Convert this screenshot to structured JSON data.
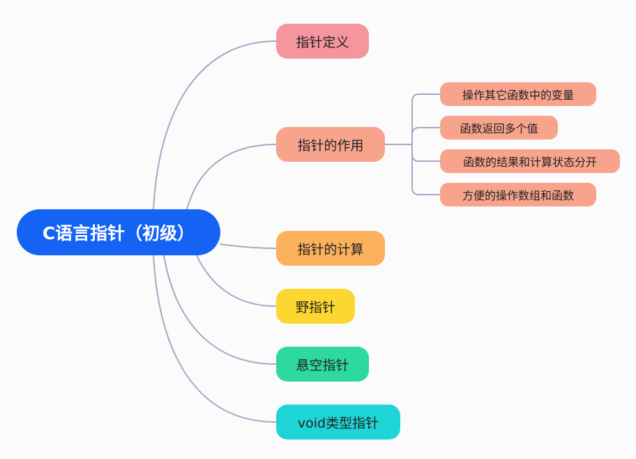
{
  "root": {
    "label": "C语言指针（初级）",
    "color": "#1463f5"
  },
  "branches": [
    {
      "label": "指针定义",
      "color": "#f5959e"
    },
    {
      "label": "指针的作用",
      "color": "#f8a48d",
      "children": [
        {
          "label": "操作其它函数中的变量"
        },
        {
          "label": "函数返回多个值"
        },
        {
          "label": "函数的结果和计算状态分开"
        },
        {
          "label": "方便的操作数组和函数"
        }
      ]
    },
    {
      "label": "指针的计算",
      "color": "#fbb05c"
    },
    {
      "label": "野指针",
      "color": "#fbd72f"
    },
    {
      "label": "悬空指针",
      "color": "#2ed9a0"
    },
    {
      "label": "void类型指针",
      "color": "#1fd4d6"
    }
  ],
  "connector_color": "#a9a5c4",
  "background": "#fbfbfb"
}
